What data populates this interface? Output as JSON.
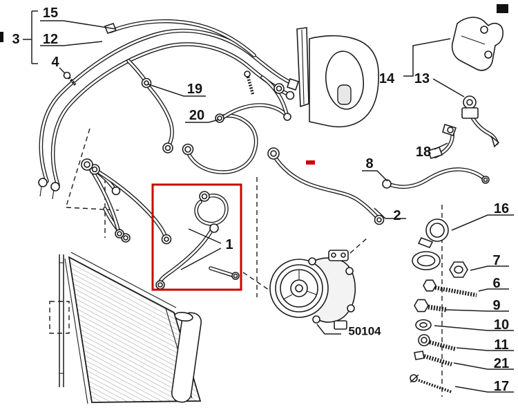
{
  "diagram": {
    "figure_code": "50104",
    "highlight_color": "#cc0000",
    "callouts": [
      {
        "id": "15"
      },
      {
        "id": "12"
      },
      {
        "id": "4"
      },
      {
        "id": "3"
      },
      {
        "id": "19"
      },
      {
        "id": "20"
      },
      {
        "id": "14"
      },
      {
        "id": "13"
      },
      {
        "id": "18"
      },
      {
        "id": "8"
      },
      {
        "id": "2"
      },
      {
        "id": "1"
      },
      {
        "id": "16"
      },
      {
        "id": "7"
      },
      {
        "id": "6"
      },
      {
        "id": "9"
      },
      {
        "id": "10"
      },
      {
        "id": "11"
      },
      {
        "id": "21"
      },
      {
        "id": "17"
      }
    ]
  }
}
